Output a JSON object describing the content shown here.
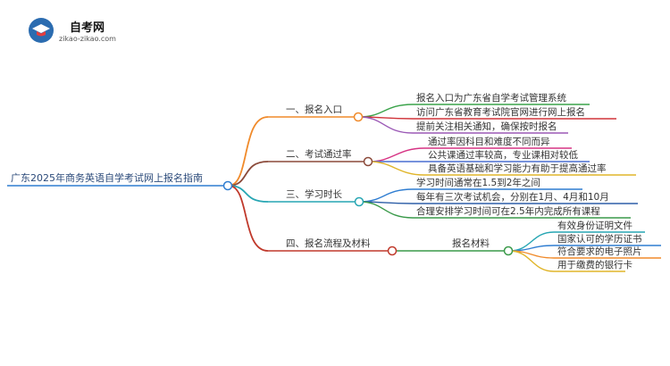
{
  "logo": {
    "title": "自考网",
    "subtitle": "zikao-zikao.com"
  },
  "root": "广东2025年商务英语自学考试网上报名指南",
  "branches": [
    {
      "label": "一、报名入口",
      "color": "#f08a2a",
      "children": [
        "报名入口为广东省自学考试管理系统",
        "访问广东省教育考试院官网进行网上报名",
        "提前关注相关通知，确保按时报名"
      ]
    },
    {
      "label": "二、考试通过率",
      "color": "#8b4a3a",
      "children": [
        "通过率因科目和难度不同而异",
        "公共课通过率较高，专业课相对较低",
        "具备英语基础和学习能力有助于提高通过率"
      ]
    },
    {
      "label": "三、学习时长",
      "color": "#27a6b3",
      "children": [
        "学习时间通常在1.5到2年之间",
        "每年有三次考试机会，分别在1月、4月和10月",
        "合理安排学习时间可在2.5年内完成所有课程"
      ]
    },
    {
      "label": "四、报名流程及材料",
      "color": "#c0392b",
      "sub_label": "报名材料",
      "children": [
        "有效身份证明文件",
        "国家认可的学历证书",
        "符合要求的电子照片",
        "用于缴费的银行卡"
      ]
    }
  ],
  "leaf_colors": {
    "b1": [
      "#3aa34a",
      "#d0343a",
      "#9b59b6"
    ],
    "b2": [
      "#d63384",
      "#4a6fd1",
      "#e0b52a"
    ],
    "b3": [
      "#2f7dd1",
      "#2e5fa8",
      "#3a9a4a"
    ],
    "b4": [
      "#27a6b3",
      "#2f7dd1",
      "#f08a2a",
      "#e0b52a"
    ]
  }
}
